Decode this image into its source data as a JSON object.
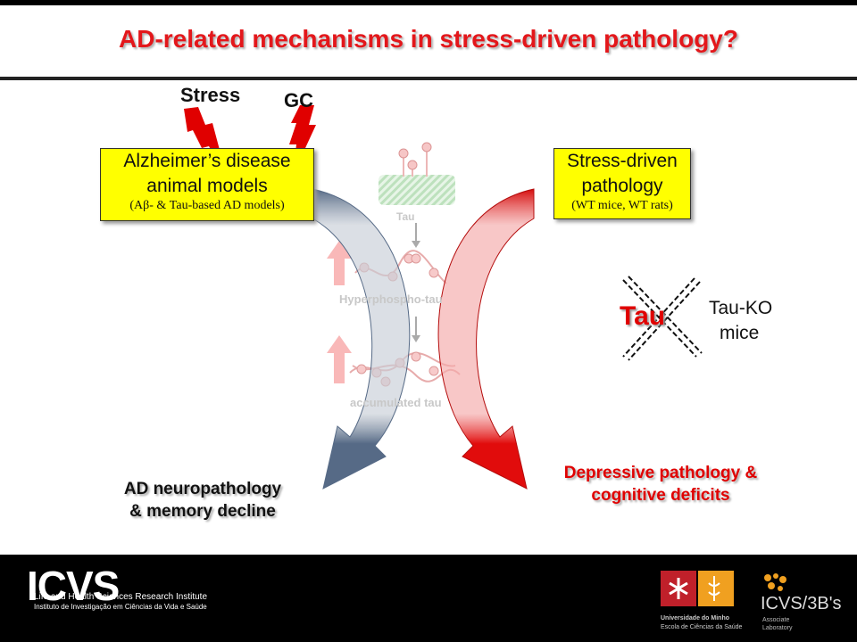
{
  "title": "AD-related mechanisms in stress-driven pathology?",
  "labels": {
    "stress": "Stress",
    "gc": "GC",
    "tau_small": "Tau",
    "hyperphospho": "Hyperphospho-tau",
    "accumulated": "accumulated tau",
    "tau_big": "Tau",
    "tauko_line1": "Tau-KO",
    "tauko_line2": "mice"
  },
  "left_box": {
    "line1": "Alzheimer’s disease",
    "line2": "animal models",
    "sub": "(Aβ- & Tau-based AD models)"
  },
  "right_box": {
    "line1": "Stress-driven",
    "line2": "pathology",
    "sub": "(WT mice, WT rats)"
  },
  "outcomes": {
    "left_line1": "AD neuropathology",
    "left_line2": "& memory decline",
    "right_line1": "Depressive pathology &",
    "right_line2": "cognitive deficits"
  },
  "footer": {
    "icvs": "ICVS",
    "institute_line1": "Life and Health Sciences Research Institute",
    "institute_line2": "Instituto de Investigação em Ciências da Vida e Saúde",
    "uminho_line1": "Universidade do Minho",
    "uminho_line2": "Escola de Ciências da Saúde",
    "icvs3bs": "ICVS/3B's",
    "assoc_line1": "Associate",
    "assoc_line2": "Laboratory"
  },
  "colors": {
    "title": "#e3171b",
    "box": "#ffff00",
    "red_arrow": "#e00000",
    "grey_arrow": "#4e6380",
    "pink": "#f7a8a8"
  }
}
